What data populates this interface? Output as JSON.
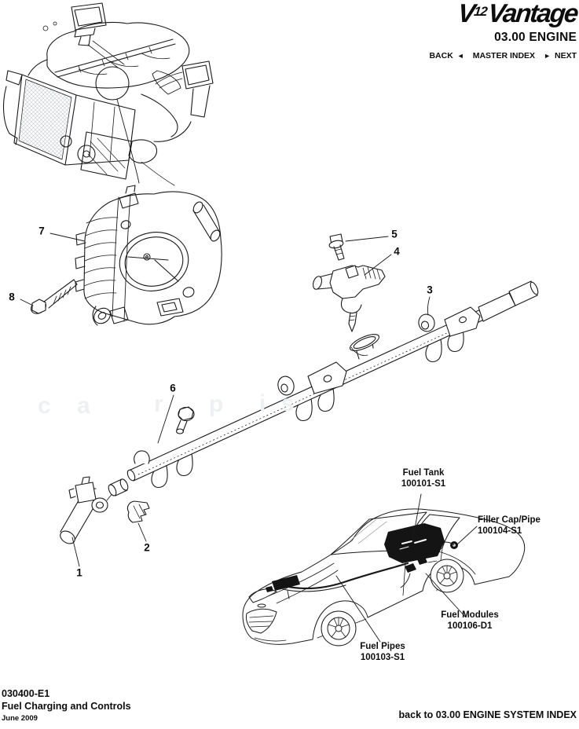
{
  "header": {
    "logo": {
      "v": "V",
      "exp": "12",
      "rest": "Vantage"
    },
    "section": "03.00 ENGINE",
    "nav": {
      "back": "BACK",
      "back_arrow": "◄",
      "master_index": "MASTER INDEX",
      "next_arrow": "►",
      "next": "NEXT"
    }
  },
  "diagram": {
    "description": "Exploded parts view: throttle body, bolts, fuel injector, fuel rail, hose and clip; engine overview and vehicle location view",
    "callouts": [
      {
        "number": "1"
      },
      {
        "number": "2"
      },
      {
        "number": "3"
      },
      {
        "number": "4"
      },
      {
        "number": "5"
      },
      {
        "number": "6"
      },
      {
        "number": "7"
      },
      {
        "number": "8"
      }
    ]
  },
  "car_labels": {
    "fuel_tank": {
      "title": "Fuel Tank",
      "part": "100101-S1"
    },
    "filler_cap_pipe": {
      "title": "Filler Cap/Pipe",
      "part": "100104-S1"
    },
    "fuel_modules": {
      "title": "Fuel Modules",
      "part": "100106-D1"
    },
    "fuel_pipes": {
      "title": "Fuel Pipes",
      "part": "100103-S1"
    }
  },
  "footer": {
    "doc_code": "030400-E1",
    "doc_title": "Fuel Charging and Controls",
    "doc_date": "June 2009",
    "back_link": "back to 03.00 ENGINE SYSTEM INDEX"
  },
  "watermark": {
    "letters": [
      "c",
      "a",
      "r",
      "p",
      "i",
      "s"
    ]
  },
  "colors": {
    "ink": "#1a1a1a",
    "paper": "#ffffff"
  }
}
